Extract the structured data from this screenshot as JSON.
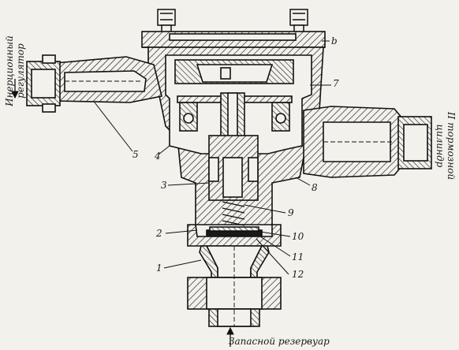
{
  "ports": {
    "left_line1": "Инерционный",
    "left_line2": "регулятор",
    "right_line1": "II тормозной",
    "right_line2": "цилиндр",
    "bottom": "Запасной резервуар"
  },
  "labels": {
    "b": "b",
    "n7": "7",
    "n5": "5",
    "n4": "4",
    "n8": "8",
    "n3": "3",
    "n9": "9",
    "n2": "2",
    "n10": "10",
    "n11": "11",
    "n12": "12",
    "n1": "1"
  }
}
